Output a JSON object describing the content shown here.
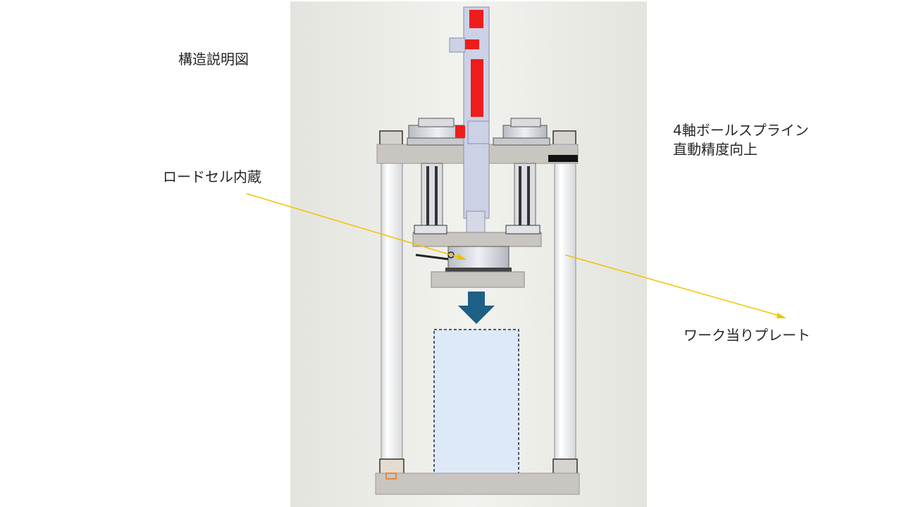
{
  "slide": {
    "title": "構造説明図"
  },
  "callouts": {
    "load_cell": "ロードセル内蔵",
    "ball_spline_line1": "4軸ボールスプライン",
    "ball_spline_line2": "直動精度向上",
    "work_plate": "ワーク当りプレート"
  },
  "colors": {
    "frame_plate": "#c9c6c2",
    "rod_red": "#ee1c1c",
    "shaft": "#cdd1e6",
    "arrow": "#1d5f86",
    "leader_line": "#f2c200",
    "work_area_fill": "#dde9f6",
    "work_area_border": "#1a2a4a"
  },
  "icons": {
    "press_direction": "down-arrow-icon"
  }
}
